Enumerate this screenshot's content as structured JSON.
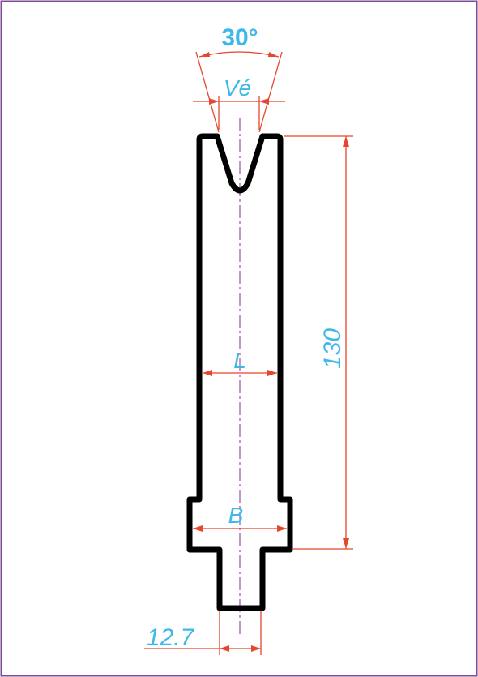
{
  "dimensions": {
    "angle": "30°",
    "v_opening": "Vé",
    "height": "130",
    "length": "L",
    "base_width": "B",
    "tang_width": "12.7"
  },
  "colors": {
    "outline": "#000000",
    "dimension_line": "#e8452c",
    "label": "#3db8e8",
    "centerline": "#9b4fa8",
    "frame": "#7e4a9c"
  }
}
